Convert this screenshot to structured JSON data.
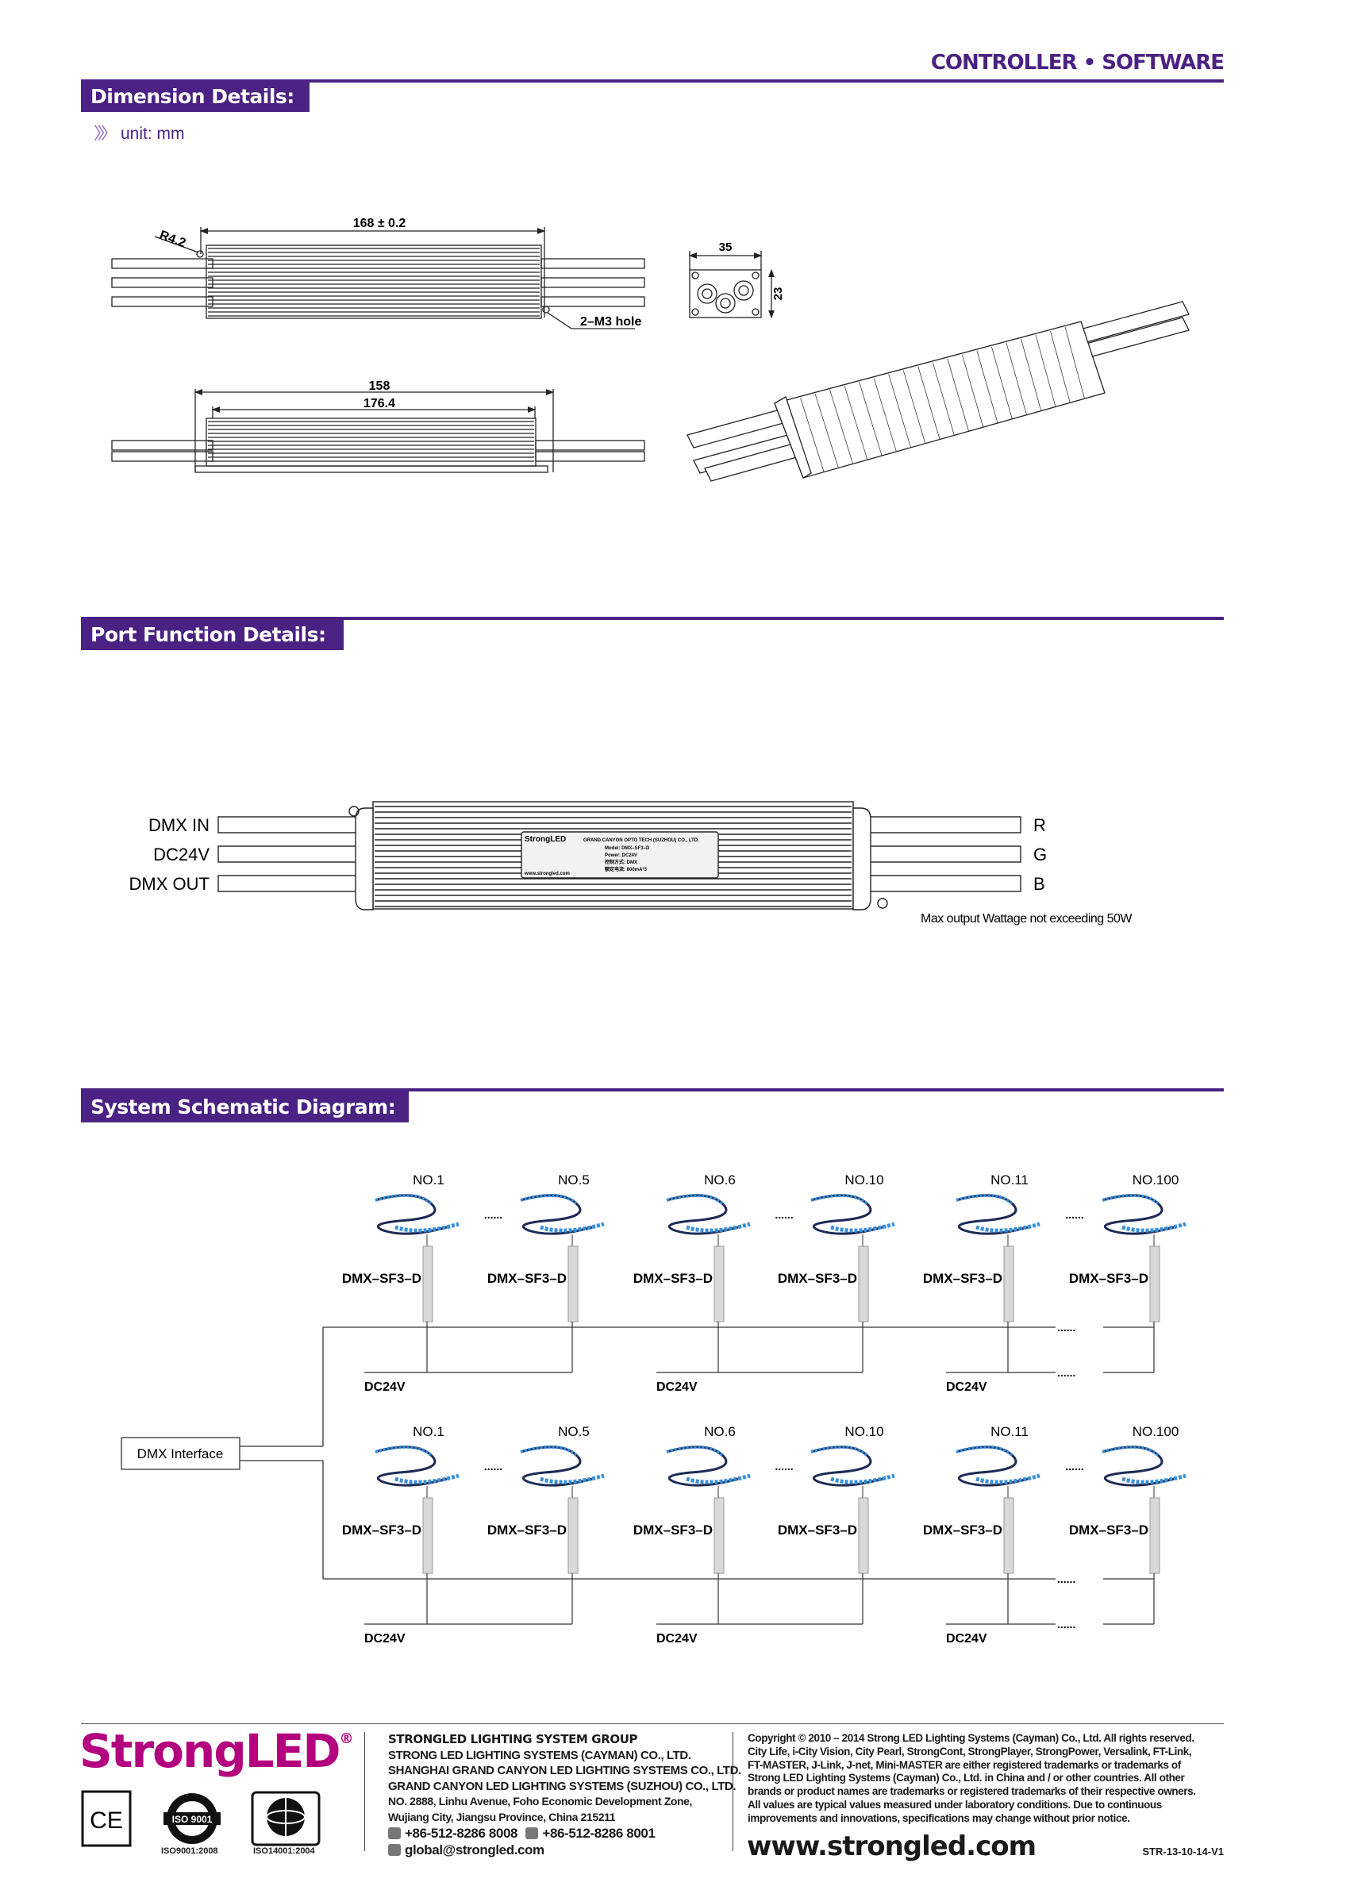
{
  "header": {
    "category": "CONTROLLER • SOFTWARE"
  },
  "colors": {
    "brand_purple": "#4b2283",
    "logo_magenta": "#b3007e",
    "led_blue": "#3a8fd8"
  },
  "dimension": {
    "title": "Dimension Details:",
    "unit": "unit: mm",
    "labels": {
      "length": "168 ± 0.2",
      "radius": "R4.2",
      "hole": "2–M3 hole",
      "width": "35",
      "height": "23",
      "inner": "158",
      "overall": "176.4"
    }
  },
  "port": {
    "title": "Port Function Details:",
    "left_ports": [
      "DMX IN",
      "DC24V",
      "DMX OUT"
    ],
    "right_ports": [
      "R",
      "G",
      "B"
    ],
    "note": "Max output Wattage not exceeding 50W",
    "nameplate": {
      "brand": "StrongLED",
      "company": "GRAND CANYON OPTO TECH (SUZHOU) CO., LTD.",
      "model": "Model: DMX–SF3–D",
      "power": "Power: DC24V",
      "control": "控制方式: DMX",
      "current": "额定电流: 800mA*3",
      "web": "www.strongled.com"
    }
  },
  "system": {
    "title": "System Schematic Diagram:",
    "interface": "DMX Interface",
    "numbers": [
      "NO.1",
      "NO.5",
      "NO.6",
      "NO.10",
      "NO.11",
      "NO.100"
    ],
    "model": "DMX–SF3–D",
    "power": "DC24V",
    "ellipsis": "......"
  },
  "footer": {
    "logo": "StrongLED",
    "certs": [
      "ISO9001:2008",
      "ISO14001:2004"
    ],
    "cert_marks": {
      "ce": "CE",
      "iso": "ISO 9001"
    },
    "group": "STRONGLED LIGHTING SYSTEM GROUP",
    "companies": [
      "STRONG LED LIGHTING SYSTEMS (CAYMAN) CO., LTD.",
      "SHANGHAI GRAND CANYON LED LIGHTING SYSTEMS CO., LTD.",
      "GRAND CANYON LED LIGHTING SYSTEMS (SUZHOU) CO., LTD."
    ],
    "address": [
      "NO. 2888, Linhu Avenue, Foho Economic Development Zone,",
      "Wujiang City, Jiangsu Province, China 215211"
    ],
    "phone": "+86-512-8286 8008",
    "fax": "+86-512-8286 8001",
    "email": "global@strongled.com",
    "copyright": [
      "Copyright © 2010 – 2014 Strong LED Lighting Systems (Cayman) Co., Ltd. All rights reserved.",
      "City Life, i-City Vision, City Pearl, StrongCont, StrongPlayer, StrongPower, Versalink, FT-Link,",
      "FT-MASTER, J-Link, J-net, Mini-MASTER are either registered trademarks or trademarks of",
      "Strong LED Lighting Systems (Cayman) Co., Ltd. in China and / or other countries. All other",
      "brands or product names are trademarks or registered trademarks of their respective owners.",
      "All values are typical values measured under laboratory conditions. Due to continuous",
      "improvements and innovations, specifications may change without prior notice."
    ],
    "website": "www.strongled.com",
    "doc_code": "STR-13-10-14-V1"
  }
}
